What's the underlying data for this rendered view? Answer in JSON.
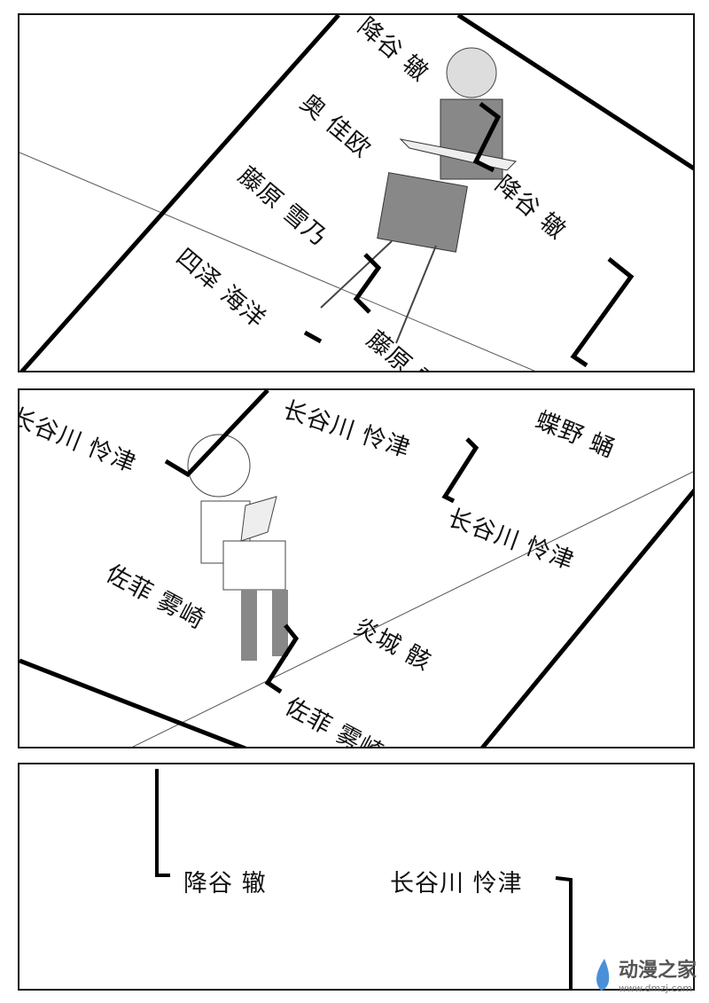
{
  "panel1": {
    "labels": [
      "降谷  辙",
      "奥  佳欧",
      "藤原  雪乃",
      "四泽  海洋",
      "藤原  雪乃",
      "降谷  辙"
    ]
  },
  "panel2": {
    "labels": [
      "长谷川  怜津",
      "长谷川  怜津",
      "蝶野  蛹",
      "长谷川  怜津",
      "佐菲  雾崎",
      "炎城  骸",
      "佐菲  雾崎"
    ]
  },
  "panel3": {
    "left_label": "降谷  辙",
    "right_label": "长谷川  怜津"
  },
  "watermark": {
    "name": "动漫之家",
    "url": "www.dmzj.com",
    "color": "#4a90d9"
  }
}
